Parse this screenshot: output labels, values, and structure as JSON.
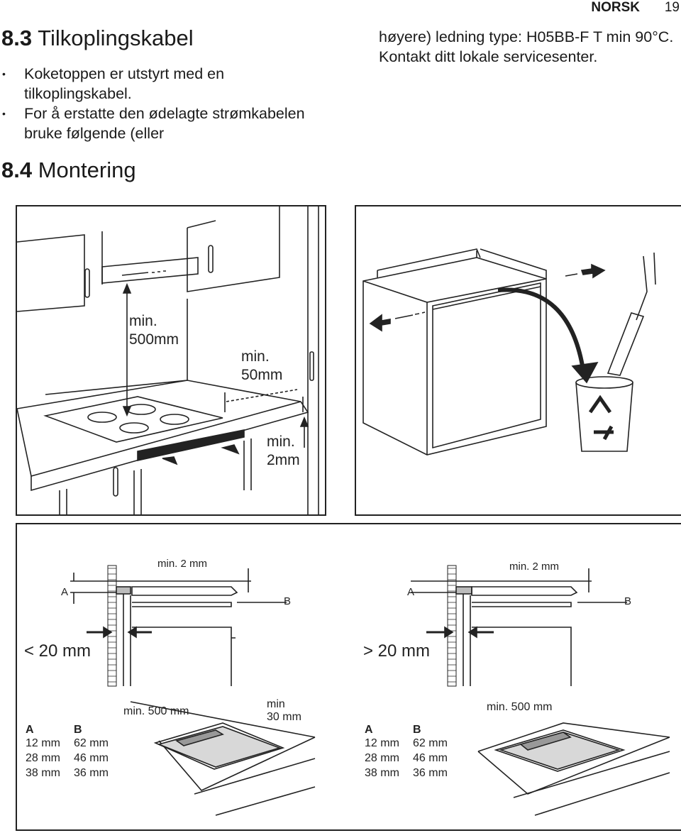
{
  "header": {
    "language": "NORSK",
    "page_number": "19"
  },
  "section_83": {
    "number": "8.3",
    "title": "Tilkoplingskabel",
    "bullets": [
      "Koketoppen er utstyrt med en tilkoplingskabel.",
      "For å erstatte den ødelagte strømkabelen bruke følgende (eller"
    ],
    "continuation": "høyere) ledning type: H05BB-F T min 90°C. Kontakt ditt lokale servicesenter."
  },
  "section_84": {
    "number": "8.4",
    "title": "Montering"
  },
  "fig1": {
    "min500": [
      "min.",
      "500mm"
    ],
    "min50": [
      "min.",
      "50mm"
    ],
    "min2": [
      "min.",
      "2mm"
    ]
  },
  "fig3": {
    "min2mm": "min. 2 mm",
    "label_a": "A",
    "label_b": "B",
    "gap": "< 20 mm"
  },
  "fig4": {
    "min2mm": "min. 2 mm",
    "label_a": "A",
    "label_b": "B",
    "gap": "> 20 mm"
  },
  "table_left": {
    "headers": [
      "A",
      "B"
    ],
    "rows": [
      [
        "12 mm",
        "62 mm"
      ],
      [
        "28 mm",
        "46 mm"
      ],
      [
        "38 mm",
        "36 mm"
      ]
    ]
  },
  "fig5": {
    "min500": "min. 500 mm",
    "min30": [
      "min",
      "30 mm"
    ]
  },
  "table_right": {
    "headers": [
      "A",
      "B"
    ],
    "rows": [
      [
        "12 mm",
        "62 mm"
      ],
      [
        "28 mm",
        "46 mm"
      ],
      [
        "38 mm",
        "36 mm"
      ]
    ]
  },
  "fig6": {
    "min500": "min. 500 mm"
  }
}
